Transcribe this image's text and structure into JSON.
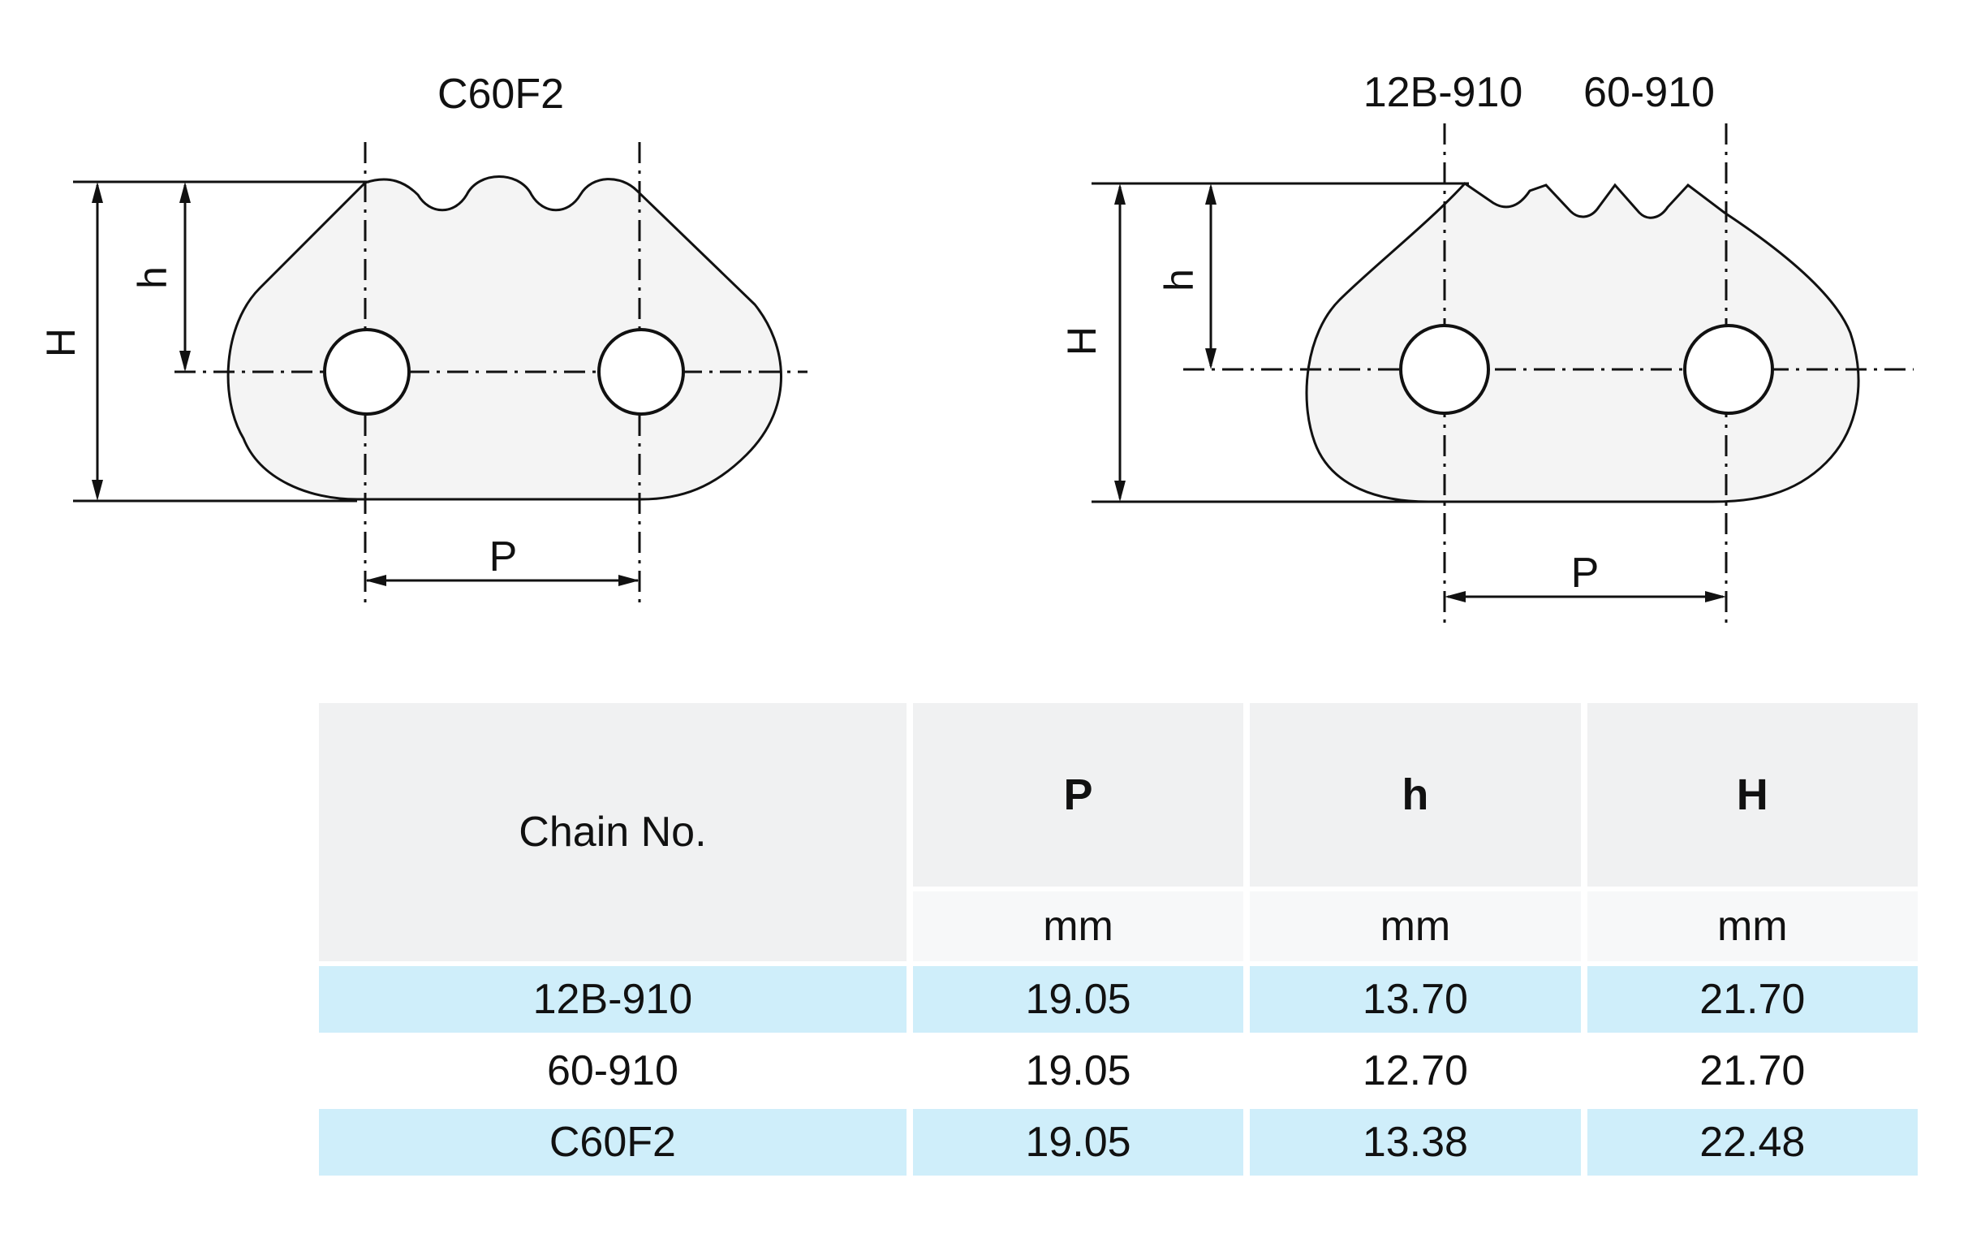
{
  "diagrams": {
    "left": {
      "title": "C60F2",
      "label_H": "H",
      "label_h": "h",
      "label_P": "P"
    },
    "right": {
      "title_a": "12B-910",
      "title_b": "60-910",
      "label_H": "H",
      "label_h": "h",
      "label_P": "P"
    }
  },
  "table": {
    "header_main": "Chain No.",
    "header_p": "P",
    "header_h": "h",
    "header_H": "H",
    "unit_p": "mm",
    "unit_h": "mm",
    "unit_H": "mm",
    "rows": [
      {
        "chain": "12B-910",
        "p": "19.05",
        "h": "13.70",
        "H": "21.70"
      },
      {
        "chain": "60-910",
        "p": "19.05",
        "h": "12.70",
        "H": "21.70"
      },
      {
        "chain": "C60F2",
        "p": "19.05",
        "h": "13.38",
        "H": "22.48"
      }
    ]
  }
}
